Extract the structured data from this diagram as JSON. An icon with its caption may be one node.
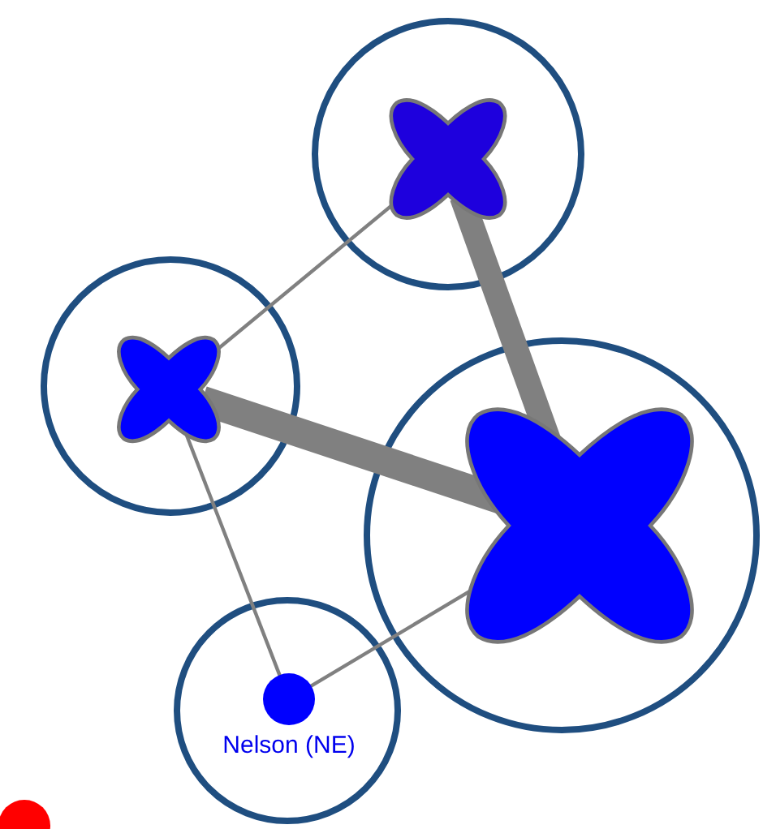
{
  "diagram": {
    "nodes": [
      {
        "text": [],
        "shape": "circle"
      },
      {
        "text": [],
        "shape": "cross",
        "in": 0
      },
      {
        "text": [],
        "shape": "circle"
      },
      {
        "text": [],
        "shape": "cross",
        "in": 2
      },
      {
        "text": [],
        "shape": "circle"
      },
      {
        "text": [],
        "shape": "cross",
        "in": 4
      },
      {
        "text": [],
        "shape": "circle"
      },
      {
        "text": [
          "Nelson (NE)"
        ],
        "in": 6
      },
      {
        "text": [],
        "shape": "circle"
      }
    ],
    "edges": [
      {
        "from": 1,
        "to": 3,
        "arrow": "none"
      },
      {
        "from": 1,
        "to": 5,
        "arrow": "none",
        "style": "thick"
      },
      {
        "from": 3,
        "to": 5,
        "arrow": "none",
        "style": "thick"
      },
      {
        "from": 3,
        "to": 7,
        "arrow": "none"
      },
      {
        "from": 7,
        "to": 5,
        "arrow": "none"
      }
    ]
  }
}
